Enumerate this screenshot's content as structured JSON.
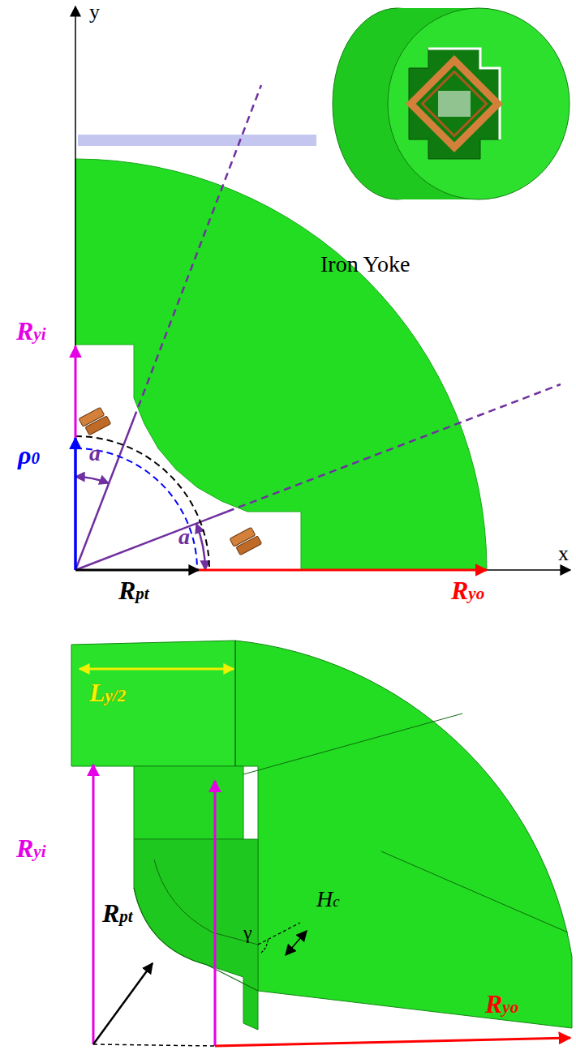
{
  "diagram": {
    "labels": [
      "y",
      "Ryi",
      "a",
      "Iron Yoke",
      "ρ0",
      "a",
      "x",
      "Rpt",
      "Ryo",
      "Ly/2",
      "Ryi",
      "Rpt",
      "Hc",
      "γ",
      "Ryo"
    ]
  }
}
